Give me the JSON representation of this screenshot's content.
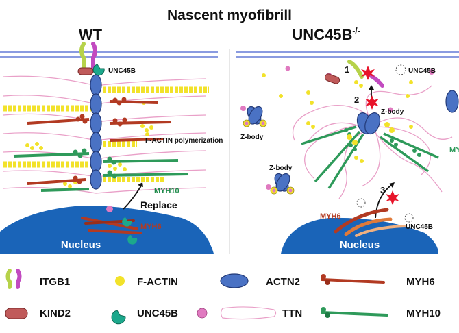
{
  "title": "Nascent myofibrill",
  "panels": {
    "wt": {
      "heading": "WT",
      "unc45b_label": "UNC45B",
      "factin_label": "F-ACTIN polymerization",
      "myh10_label": "MYH10",
      "replace_label": "Replace",
      "myh6_label": "MYH6",
      "nucleus_label": "Nucleus"
    },
    "mutant": {
      "heading": "UNC45B",
      "heading_sup": "-/-",
      "step1": "1",
      "step2": "2",
      "step3": "3",
      "unc45b_top_label": "UNC45B",
      "zbody_center": "Z-body",
      "zbody_left": "Z-body",
      "zbody_low": "Z-body",
      "myh6_label": "MYH6",
      "unc45b_bottom_label": "UNC45B",
      "nucleus_label": "Nucleus",
      "edge_label": "MY"
    }
  },
  "legend": [
    {
      "label": "ITGB1",
      "icon": "itgb1-icon"
    },
    {
      "label": "F-ACTIN",
      "icon": "f-actin-icon"
    },
    {
      "label": "ACTN2",
      "icon": "actn2-icon"
    },
    {
      "label": "MYH6",
      "icon": "myh6-icon"
    },
    {
      "label": "KIND2",
      "icon": "kind2-icon"
    },
    {
      "label": "UNC45B",
      "icon": "unc45b-icon"
    },
    {
      "label": "TTN",
      "icon": "ttn-icon"
    },
    {
      "label": "MYH10",
      "icon": "myh10-icon"
    }
  ],
  "colors": {
    "membrane": "#8a9be0",
    "nucleus": "#1a64b8",
    "actn2": "#4a72c4",
    "factin": "#f2e22a",
    "myh6": "#b23a22",
    "myh10": "#2e9a5a",
    "unc45b": "#1ca88c",
    "itgb1_a": "#b6d24a",
    "itgb1_b": "#c24ac0",
    "kind2": "#c05a5a",
    "ttn": "#e9a0c8",
    "zbody_dot": "#e07ac0",
    "star": "#e8142a"
  }
}
